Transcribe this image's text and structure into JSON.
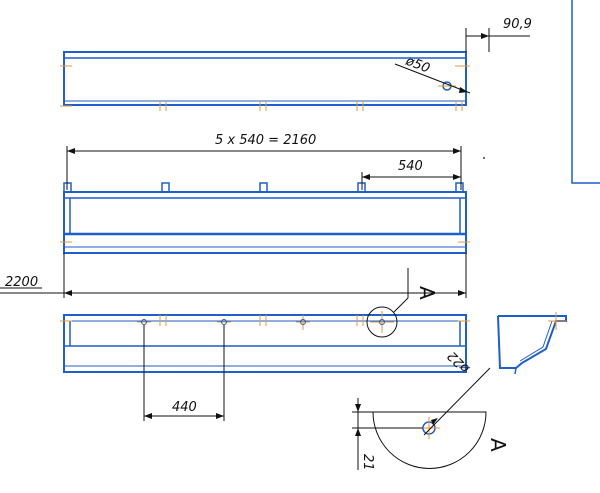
{
  "dimensions": {
    "top_offset": "90,9",
    "hole_diameter": "ø50",
    "spacing_total": "5 x 540 = 2160",
    "spacing_single": "540",
    "overall_length": "2200",
    "hole_spacing": "440",
    "small_hole_diameter": "ø22",
    "small_hole_offset": "21"
  },
  "view_labels": {
    "section_mark": "A",
    "detail_title": "A"
  },
  "colors": {
    "outline": "#1f5fc9",
    "dimension": "#111111",
    "centerline": "#e69a3a"
  }
}
